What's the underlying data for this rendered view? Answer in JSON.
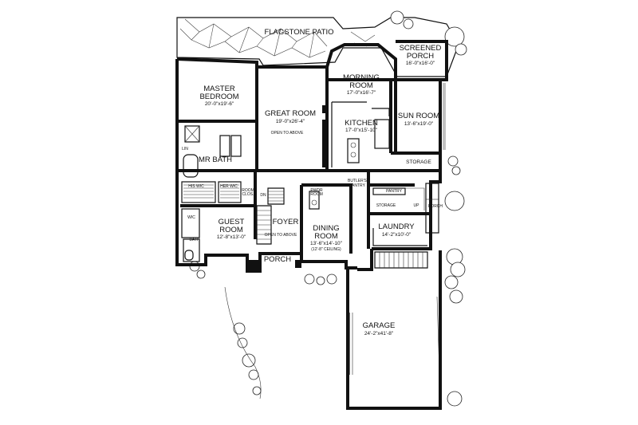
{
  "rooms": {
    "flagstone_patio": {
      "name": "FLAGSTONE PATIO"
    },
    "screened_porch": {
      "name_line1": "SCREENED",
      "name_line2": "PORCH",
      "dims": "16'-0\"x16'-0\""
    },
    "morning_room": {
      "name_line1": "MORNING",
      "name_line2": "ROOM",
      "dims": "17'-0\"x16'-7\""
    },
    "master_bedroom": {
      "name_line1": "MASTER",
      "name_line2": "BEDROOM",
      "dims": "20'-0\"x19'-6\""
    },
    "great_room": {
      "name": "GREAT ROOM",
      "dims": "19'-0\"x26'-4\"",
      "note": "OPEN TO ABOVE"
    },
    "kitchen": {
      "name": "KITCHEN",
      "dims": "17'-0\"x15'-10\""
    },
    "sun_room": {
      "name": "SUN ROOM",
      "dims": "13'-6\"x19'-0\""
    },
    "mr_bath": {
      "name": "MR BATH"
    },
    "lin": {
      "name": "LIN"
    },
    "his_wic": {
      "name": "HIS WIC"
    },
    "her_wic": {
      "name": "HER WIC"
    },
    "storage_upper": {
      "name": "STORAGE"
    },
    "butlers_pantry": {
      "name_line1": "BUTLER'S",
      "name_line2": "PANTRY"
    },
    "pantry": {
      "name": "PANTRY"
    },
    "storage_lower": {
      "name": "STORAGE"
    },
    "porch_side": {
      "name": "PORCH"
    },
    "pwdr_room": {
      "name_line1": "PWDR",
      "name_line2": "ROOM"
    },
    "room_closet": {
      "name_line1": "ROOM",
      "name_line2": "CLOS."
    },
    "dn": {
      "name": "DN"
    },
    "up": {
      "name": "UP"
    },
    "foyer": {
      "name": "FOYER",
      "note": "OPEN TO ABOVE"
    },
    "guest_room": {
      "name_line1": "GUEST",
      "name_line2": "ROOM",
      "dims": "12'-8\"x13'-0\""
    },
    "wic": {
      "name": "WIC"
    },
    "bath": {
      "name": "BATH"
    },
    "dining_room": {
      "name_line1": "DINING",
      "name_line2": "ROOM",
      "dims": "13'-6\"x14'-10\"",
      "note": "(12'-8\" CEILING)"
    },
    "laundry": {
      "name": "LAUNDRY",
      "dims": "14'-2\"x10'-0\""
    },
    "porch_front": {
      "name": "PORCH"
    },
    "garage": {
      "name": "GARAGE",
      "dims": "24'-2\"x41'-8\""
    }
  }
}
